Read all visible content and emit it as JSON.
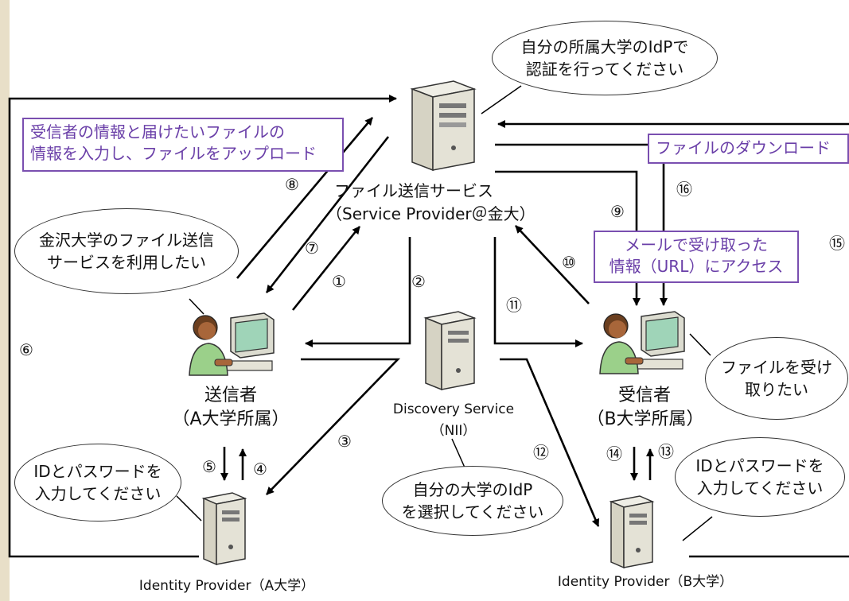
{
  "colors": {
    "accent_box": "#7a4fb0",
    "arrow": "#000000",
    "left_strip": "#e8dfc8"
  },
  "icons": {
    "server": "server-icon",
    "user": "user-at-computer-icon"
  },
  "nodes": {
    "service_provider": {
      "name": "ファイル送信サービス",
      "sub": "（Service Provider＠金大）"
    },
    "discovery": {
      "name": "Discovery Service",
      "sub": "（NII）"
    },
    "sender": {
      "name": "送信者",
      "sub": "（A大学所属）"
    },
    "receiver": {
      "name": "受信者",
      "sub": "（B大学所属）"
    },
    "idp_a": {
      "name": "Identity Provider（A大学）"
    },
    "idp_b": {
      "name": "Identity Provider（B大学）"
    }
  },
  "bubbles": {
    "sp": [
      "自分の所属大学のIdPで",
      "認証を行ってください"
    ],
    "sender": [
      "金沢大学のファイル送信",
      "サービスを利用したい"
    ],
    "receiver": [
      "ファイルを受け",
      "取りたい"
    ],
    "idp_a": [
      "IDとパスワードを",
      "入力してください"
    ],
    "discovery": [
      "自分の大学のIdP",
      "を選択してください"
    ],
    "idp_b": [
      "IDとパスワードを",
      "入力してください"
    ]
  },
  "boxes": {
    "upload": [
      "受信者の情報と届けたいファイルの",
      "情報を入力し、ファイルをアップロード"
    ],
    "download": [
      "ファイルのダウンロード"
    ],
    "access": [
      "メールで受け取った",
      "情報（URL）にアクセス"
    ]
  },
  "steps": {
    "s1": "①",
    "s2": "②",
    "s3": "③",
    "s4": "④",
    "s5": "⑤",
    "s6": "⑥",
    "s7": "⑦",
    "s8": "⑧",
    "s9": "⑨",
    "s10": "⑩",
    "s11": "⑪",
    "s12": "⑫",
    "s13": "⑬",
    "s14": "⑭",
    "s15": "⑮",
    "s16": "⑯"
  }
}
